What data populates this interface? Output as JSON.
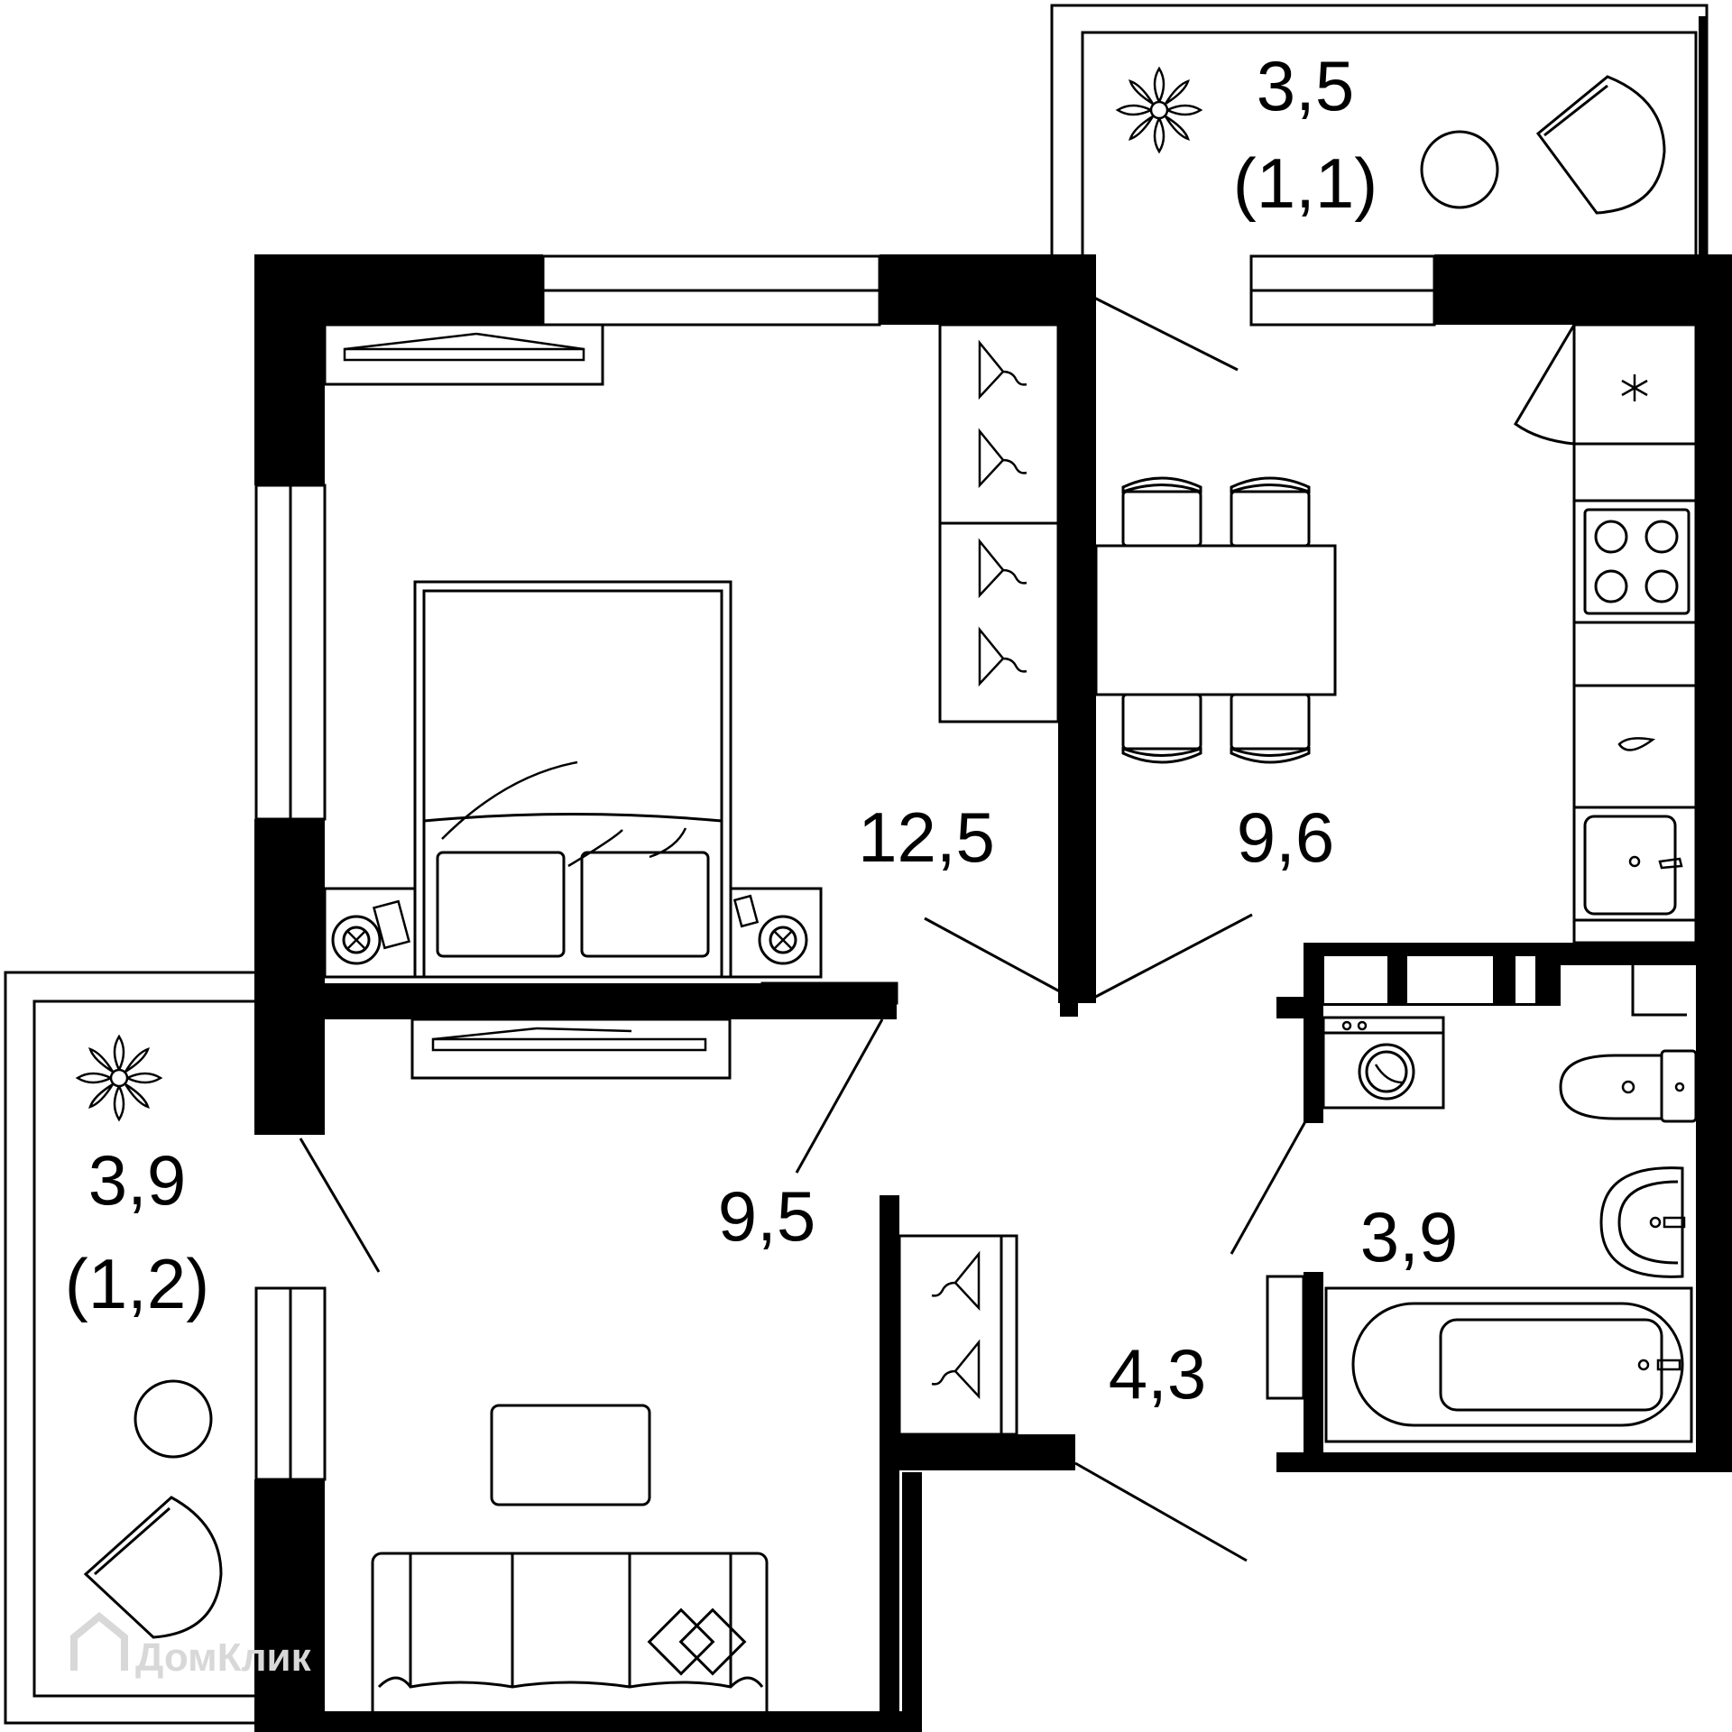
{
  "plan": {
    "rooms": [
      {
        "id": "balcony-top",
        "area": "3,5",
        "note": "(1,1)"
      },
      {
        "id": "bedroom",
        "area": "12,5"
      },
      {
        "id": "kitchen",
        "area": "9,6"
      },
      {
        "id": "living-room",
        "area": "9,5"
      },
      {
        "id": "balcony-left",
        "area": "3,9",
        "note": "(1,2)"
      },
      {
        "id": "bathroom",
        "area": "3,9"
      },
      {
        "id": "hallway",
        "area": "4,3"
      }
    ],
    "watermark": "ДомКлик",
    "colors": {
      "wall": "#000000",
      "background": "#ffffff",
      "watermark": "#d8d8d8"
    }
  }
}
